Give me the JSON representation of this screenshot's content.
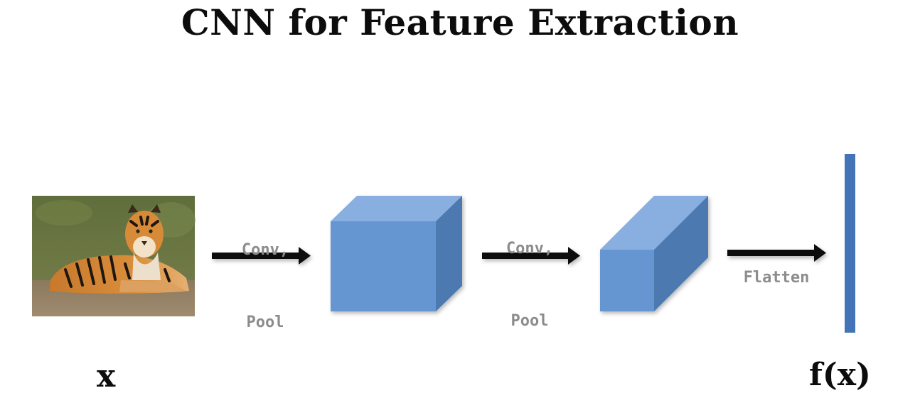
{
  "title": "CNN for Feature Extraction",
  "steps": [
    {
      "label_line1": "Conv,",
      "label_line2": "Pool"
    },
    {
      "label_line1": "Conv,",
      "label_line2": "Pool"
    },
    {
      "label_line1": "Flatten",
      "label_line2": ""
    }
  ],
  "input_label": "x",
  "output_label": "f(x)",
  "colors": {
    "cube_front": "#6596d1",
    "cube_top": "#88afe0",
    "cube_side": "#4c79b0",
    "feature_vector": "#4374b7",
    "arrow": "#111111"
  }
}
